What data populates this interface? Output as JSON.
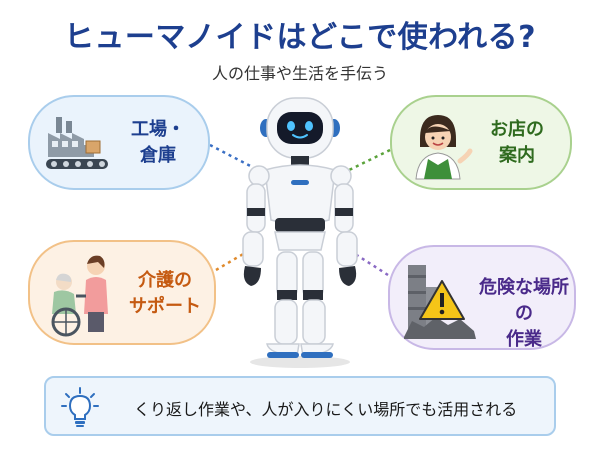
{
  "title": "ヒューマノイドはどこで使われる?",
  "subtitle": "人の仕事や生活を手伝う",
  "cards": {
    "factory": {
      "line1": "工場・",
      "line2": "倉庫"
    },
    "shop": {
      "line1": "お店の",
      "line2": "案内"
    },
    "care": {
      "line1": "介護の",
      "line2": "サポート"
    },
    "danger": {
      "line1": "危険な場所の",
      "line2": "作業"
    }
  },
  "footer": {
    "text": "くり返し作業や、人が入りにくい場所でも活用される"
  },
  "icons": {
    "factory": "factory-icon",
    "shop": "shop-staff-icon",
    "care": "caregiver-icon",
    "danger": "warning-icon",
    "footer": "lightbulb-icon",
    "center": "humanoid-robot"
  },
  "colors": {
    "title": "#1d3f8f",
    "factory": "#1d3f8f",
    "shop": "#2f6b1f",
    "care": "#c55a11",
    "danger": "#4a2a8a"
  }
}
